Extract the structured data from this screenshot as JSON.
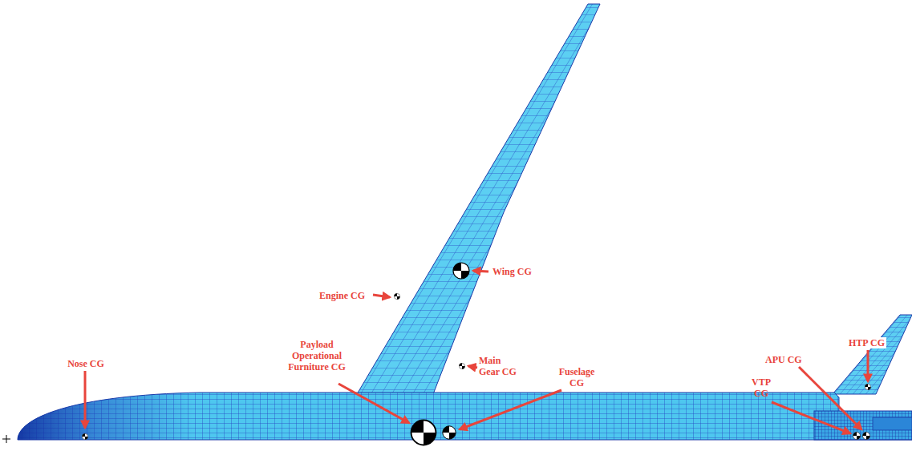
{
  "diagram": {
    "labels": [
      "Nose CG",
      "Payload Operational Furniture CG",
      "Engine CG",
      "Wing CG",
      "Main Gear CG",
      "Fuselage CG",
      "VTP CG",
      "APU CG",
      "HTP CG"
    ]
  }
}
